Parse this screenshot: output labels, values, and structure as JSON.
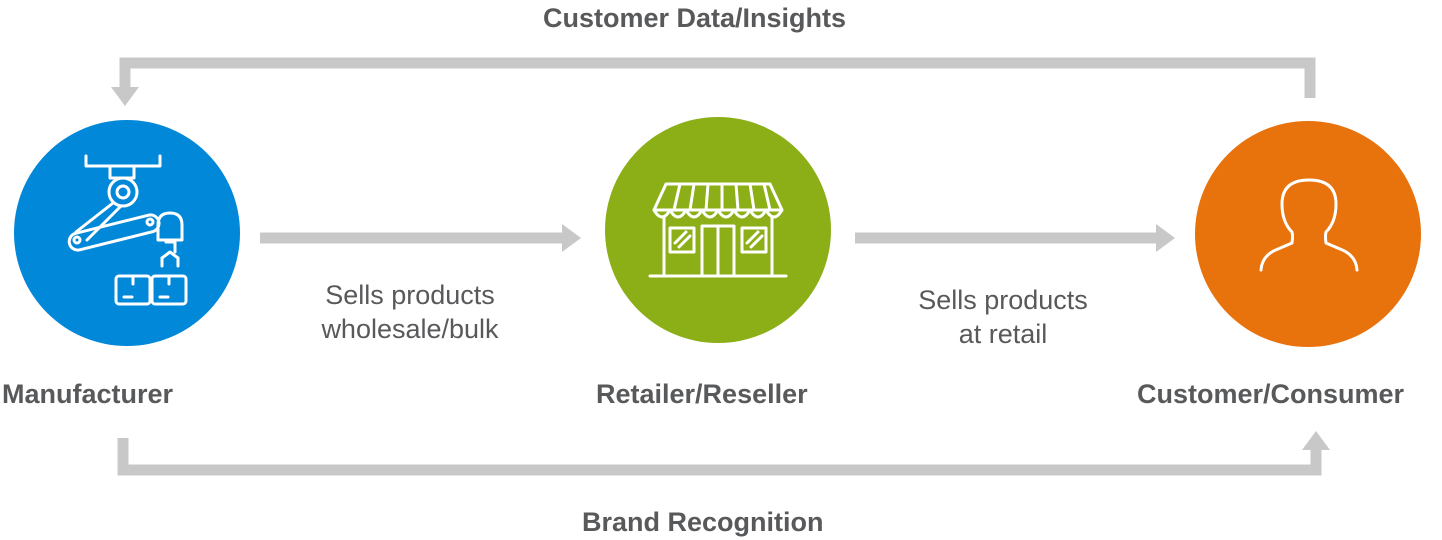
{
  "labels": {
    "top_flow": "Customer Data/Insights",
    "bottom_flow": "Brand Recognition",
    "edge_1_line1": "Sells products",
    "edge_1_line2": "wholesale/bulk",
    "edge_2_line1": "Sells products",
    "edge_2_line2": "at retail"
  },
  "nodes": [
    {
      "label": "Manufacturer",
      "color": "#0288d9",
      "icon": "robotic-arm-icon"
    },
    {
      "label": "Retailer/Reseller",
      "color": "#8caf18",
      "icon": "storefront-icon"
    },
    {
      "label": "Customer/Consumer",
      "color": "#e8720c",
      "icon": "person-icon"
    }
  ],
  "colors": {
    "arrow": "#c8c8c8",
    "text": "#58595b",
    "icon_stroke": "#ffffff"
  }
}
